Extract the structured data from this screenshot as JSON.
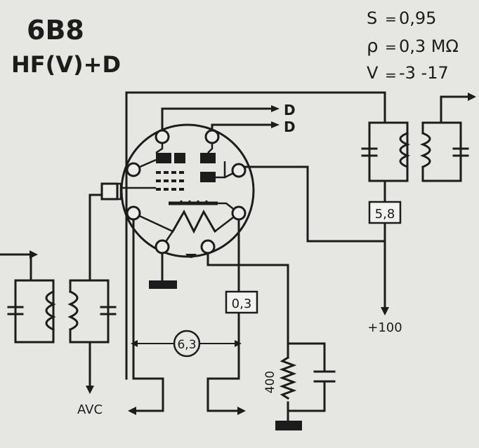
{
  "tube": {
    "type": "6B8",
    "function": "HF(V)+D"
  },
  "specs": [
    {
      "symbol": "S",
      "value": "0,95"
    },
    {
      "symbol": "ρ",
      "value": "0,3 MΩ"
    },
    {
      "symbol": "V",
      "value": "-3 -17"
    }
  ],
  "labels": {
    "diode_out_1": "D",
    "diode_out_2": "D",
    "avc": "AVC",
    "supply": "+100",
    "filament_voltage": "6,3",
    "resistor_vertical": "400"
  },
  "boxes": {
    "anode_resistor": "5,8",
    "cathode_resistor": "0,3"
  },
  "colors": {
    "ink": "#1c1c1c",
    "paper": "#e6e6e3"
  }
}
